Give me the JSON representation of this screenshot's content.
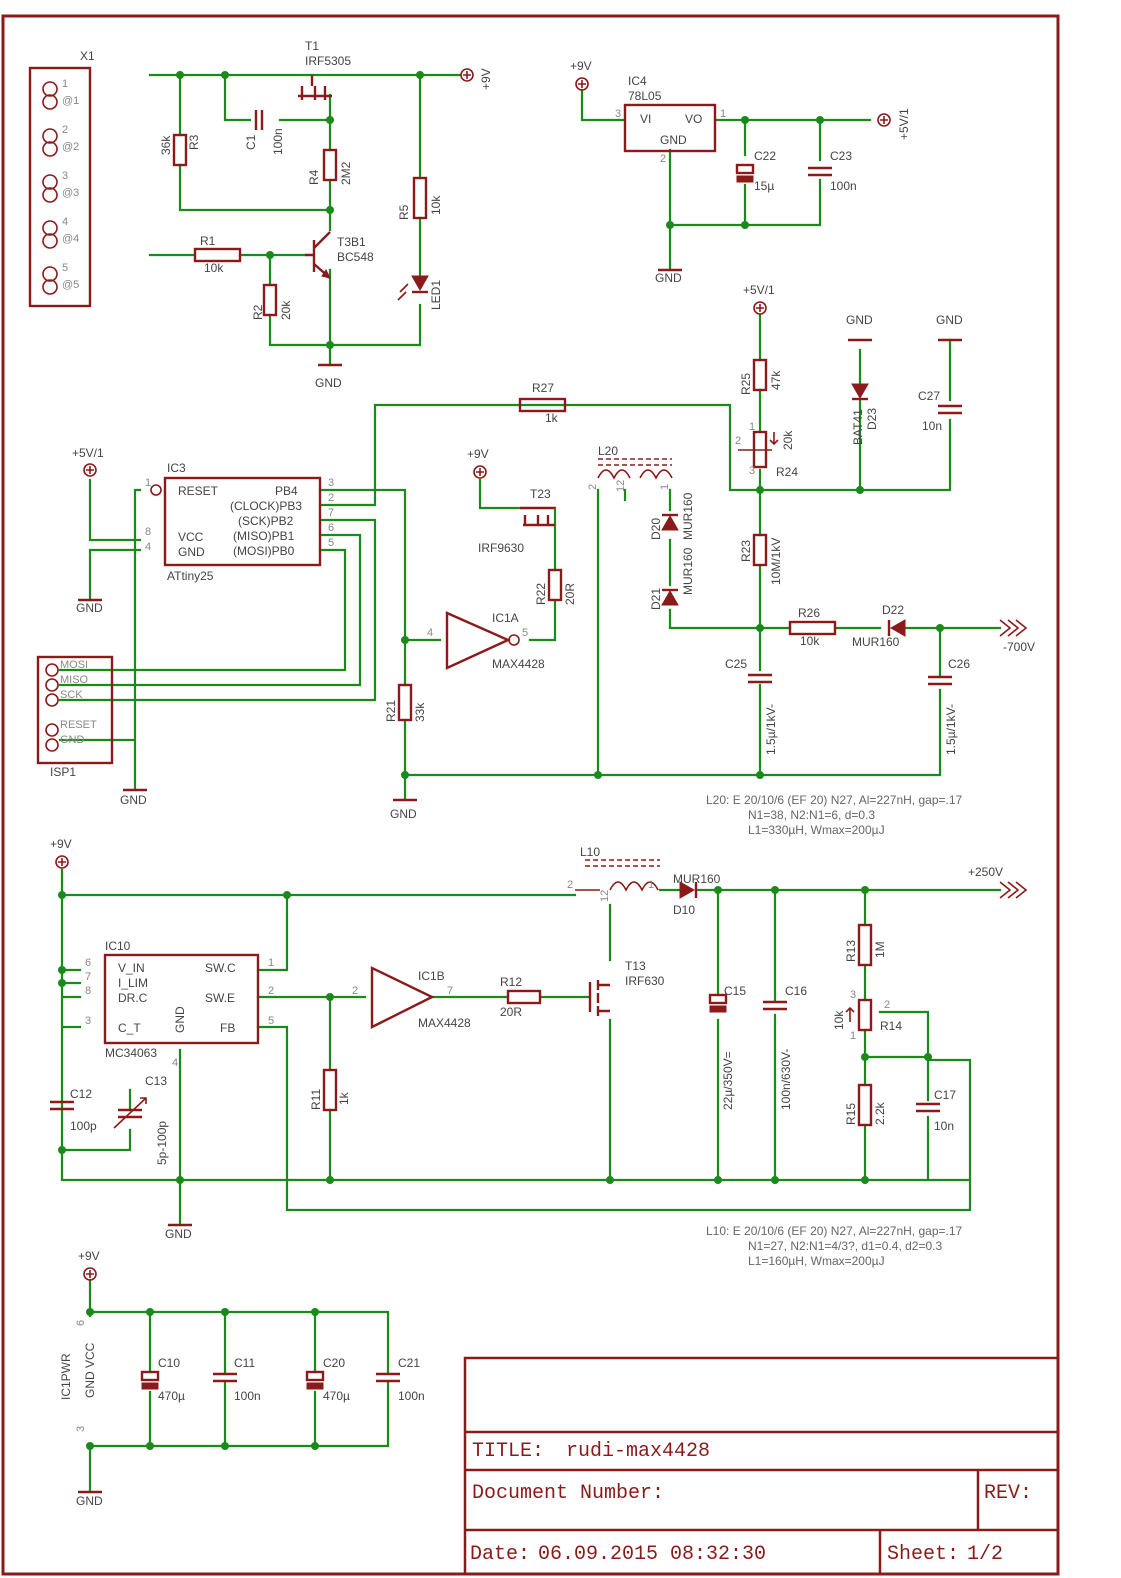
{
  "labels": {
    "x1": "X1",
    "x1_pins": [
      "1",
      "2",
      "3",
      "4",
      "5"
    ],
    "x1_pin_tags": [
      "@1",
      "@2",
      "@3",
      "@4",
      "@5"
    ],
    "t1": "T1",
    "t1_val": "IRF5305",
    "r3": "R3",
    "r3_val": "36k",
    "c1": "C1",
    "c1_val": "100n",
    "r4": "R4",
    "r4_val": "2M2",
    "r5": "R5",
    "r5_val": "10k",
    "led1": "LED1",
    "r1": "R1",
    "r1_val": "10k",
    "r2": "R2",
    "r2_val": "20k",
    "t3": "T3B1",
    "t3_val": "BC548",
    "ic4": "IC4",
    "ic4_val": "78L05",
    "ic4_vi": "VI",
    "ic4_vo": "VO",
    "ic4_gnd": "GND",
    "ic4_pin3": "3",
    "ic4_pin1": "1",
    "ic4_pin2": "2",
    "c22": "C22",
    "c22_val": "15µ",
    "c23": "C23",
    "c23_val": "100n",
    "ic3": "IC3",
    "ic3_val": "ATtiny25",
    "ic3_left": [
      "RESET",
      "VCC",
      "GND"
    ],
    "ic3_right": [
      "PB4",
      "(CLOCK)PB3",
      "(SCK)PB2",
      "(MISO)PB1",
      "(MOSI)PB0"
    ],
    "ic3_lpins": [
      "1",
      "8",
      "4"
    ],
    "ic3_rpins": [
      "3",
      "2",
      "7",
      "6",
      "5"
    ],
    "isp1": "ISP1",
    "isp_pins": [
      "MOSI",
      "MISO",
      "SCK",
      "RESET",
      "GND"
    ],
    "r27": "R27",
    "r27_val": "1k",
    "l20": "L20",
    "l20_pins": [
      "2",
      "12",
      "1"
    ],
    "t23": "T23",
    "t23_val": "IRF9630",
    "r22": "R22",
    "r22_val": "20R",
    "ic1a": "IC1A",
    "ic1a_val": "MAX4428",
    "ic1a_in": "4",
    "ic1a_out": "5",
    "r21": "R21",
    "r21_val": "33k",
    "d20": "D20",
    "d20_val": "MUR160",
    "d21": "D21",
    "d21_val": "MUR160",
    "r25": "R25",
    "r25_val": "47k",
    "r24": "R24",
    "r24_val": "20k",
    "r24_pins": [
      "1",
      "2",
      "3"
    ],
    "d23": "D23",
    "d23_val": "BAT41",
    "c27": "C27",
    "c27_val": "10n",
    "r23": "R23",
    "r23_val": "10M/1kV",
    "r26": "R26",
    "r26_val": "10k",
    "d22": "D22",
    "d22_val": "MUR160",
    "c25": "C25",
    "c25_val": "1.5µ/1kV-",
    "c26": "C26",
    "c26_val": "1.5µ/1kV-",
    "out_neg": "-700V",
    "l20_note": [
      "L20:   E 20/10/6 (EF 20) N27, Al=227nH, gap=.17",
      "N1=38, N2:N1=6, d=0.3",
      "L1=330µH, Wmax=200µJ"
    ],
    "ic10": "IC10",
    "ic10_val": "MC34063",
    "ic10_left": [
      "V_IN",
      "I_LIM",
      "DR.C",
      "C_T"
    ],
    "ic10_lpins": [
      "6",
      "7",
      "8",
      "3"
    ],
    "ic10_right": [
      "SW.C",
      "SW.E",
      "FB"
    ],
    "ic10_rpins": [
      "1",
      "2",
      "5"
    ],
    "ic10_gnd": "GND",
    "ic10_gnd_pin": "4",
    "c12": "C12",
    "c12_val": "100p",
    "c13": "C13",
    "c13_val": "5p-100p",
    "r11": "R11",
    "r11_val": "1k",
    "ic1b": "IC1B",
    "ic1b_val": "MAX4428",
    "ic1b_in": "2",
    "ic1b_out": "7",
    "r12": "R12",
    "r12_val": "20R",
    "t13": "T13",
    "t13_val": "IRF630",
    "l10": "L10",
    "l10_pins": [
      "2",
      "12",
      "1"
    ],
    "d10": "D10",
    "d10_val": "MUR160",
    "out_pos": "+250V",
    "c15": "C15",
    "c15_val": "22µ/350V=",
    "c16": "C16",
    "c16_val": "100n/630V-",
    "r13": "R13",
    "r13_val": "1M",
    "r14": "R14",
    "r14_val": "10k",
    "r14_pins": [
      "3",
      "1",
      "2"
    ],
    "r15": "R15",
    "r15_val": "2.2k",
    "c17": "C17",
    "c17_val": "10n",
    "l10_note": [
      "L10:   E 20/10/6 (EF 20) N27, Al=227nH, gap=.17",
      "N1=27, N2:N1=4/3?, d1=0.4, d2=0.3",
      "L1=160µH, Wmax=200µJ"
    ],
    "ic1pwr": "IC1PWR",
    "ic1pwr_pins": "GND VCC",
    "ic1pwr_p6": "6",
    "ic1pwr_p3": "3",
    "c10": "C10",
    "c10_val": "470µ",
    "c11": "C11",
    "c11_val": "100n",
    "c20": "C20",
    "c20_val": "470µ",
    "c21": "C21",
    "c21_val": "100n",
    "p9v": "+9V",
    "p5v": "+5V/1",
    "gnd": "GND"
  },
  "title_block": {
    "title_label": "TITLE:",
    "title": "rudi-max4428",
    "doc_label": "Document Number:",
    "rev_label": "REV:",
    "date_label": "Date:",
    "date": "06.09.2015 08:32:30",
    "sheet_label": "Sheet:",
    "sheet": "1/2"
  }
}
